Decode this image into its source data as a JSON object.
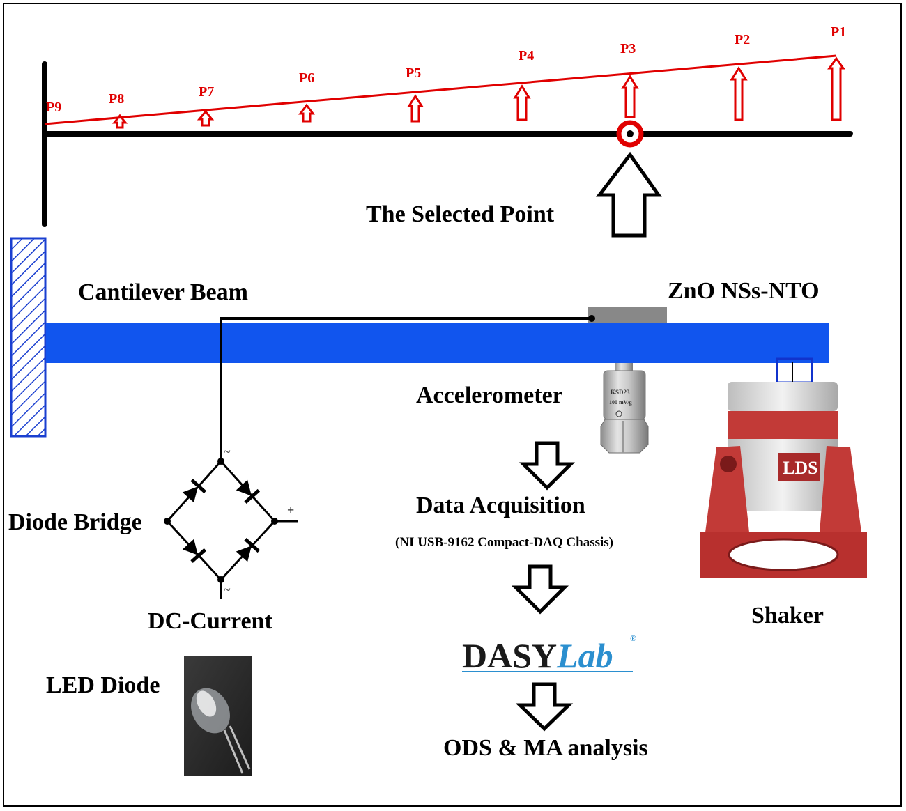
{
  "mode_shape": {
    "points": [
      "P1",
      "P2",
      "P3",
      "P4",
      "P5",
      "P6",
      "P7",
      "P8",
      "P9"
    ],
    "selected_point": "P3",
    "selected_label": "The Selected Point"
  },
  "setup": {
    "beam_label": "Cantilever Beam",
    "sensor_label": "ZnO NSs-NTO",
    "accelerometer_label": "Accelerometer",
    "accelerometer_marking_1": "KSD23",
    "accelerometer_marking_2": "100 mV/g",
    "shaker_label": "Shaker",
    "shaker_brand": "LDS"
  },
  "circuit": {
    "bridge_label": "Diode Bridge",
    "output_label": "DC-Current",
    "led_label": "LED Diode",
    "ac_symbol": "~",
    "plus_symbol": "+"
  },
  "flow": {
    "daq_label": "Data Acquisition",
    "daq_sub": "(NI USB-9162 Compact-DAQ Chassis)",
    "software_part1": "DASY",
    "software_part2": "Lab",
    "software_mark": "®",
    "analysis_label": "ODS & MA analysis"
  },
  "colors": {
    "mode_line": "#e00000",
    "beam": "#1155ee",
    "wall_hatch": "#1a3fd0",
    "sensor": "#888888",
    "shaker_body": "#b8302e",
    "dasylab_blue": "#2b8fcf"
  }
}
